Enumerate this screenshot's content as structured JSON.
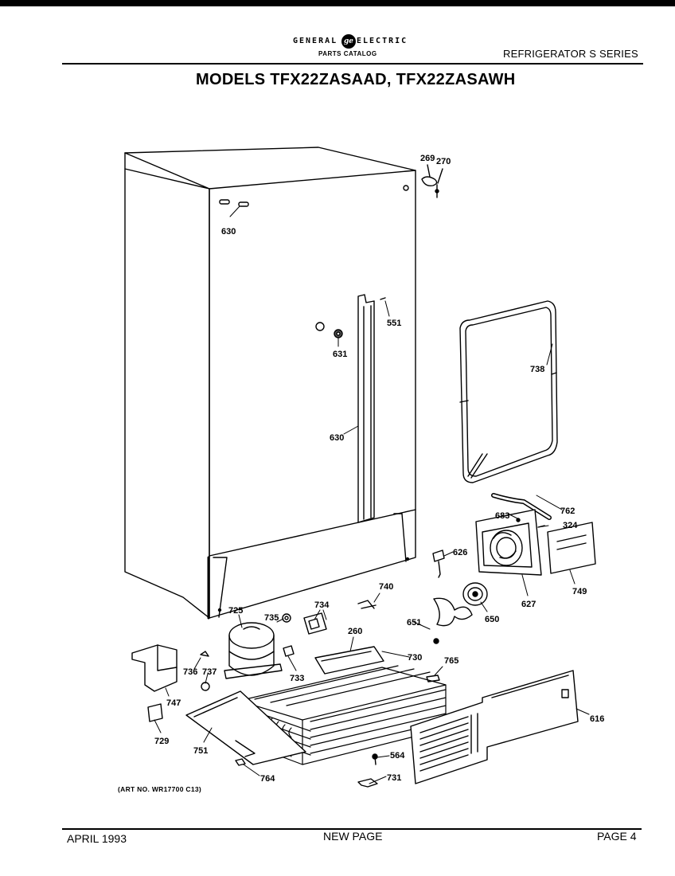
{
  "header": {
    "brand_left": "GENERAL",
    "brand_right": "ELECTRIC",
    "catalog": "PARTS CATALOG",
    "series": "REFRIGERATOR S SERIES",
    "title": "MODELS TFX22ZASAAD, TFX22ZASAWH"
  },
  "art_number": "(ART NO. WR17700 C13)",
  "footer": {
    "date": "APRIL 1993",
    "center": "NEW PAGE",
    "page": "PAGE 4"
  },
  "callouts": [
    {
      "id": "c269",
      "label": "269"
    },
    {
      "id": "c270",
      "label": "270"
    },
    {
      "id": "c630a",
      "label": "630"
    },
    {
      "id": "c551",
      "label": "551"
    },
    {
      "id": "c631",
      "label": "631"
    },
    {
      "id": "c630b",
      "label": "630"
    },
    {
      "id": "c738",
      "label": "738"
    },
    {
      "id": "c762",
      "label": "762"
    },
    {
      "id": "c683",
      "label": "683"
    },
    {
      "id": "c324",
      "label": "324"
    },
    {
      "id": "c626",
      "label": "626"
    },
    {
      "id": "c749",
      "label": "749"
    },
    {
      "id": "c627",
      "label": "627"
    },
    {
      "id": "c650",
      "label": "650"
    },
    {
      "id": "c651",
      "label": "651"
    },
    {
      "id": "c740",
      "label": "740"
    },
    {
      "id": "c725",
      "label": "725"
    },
    {
      "id": "c735",
      "label": "735"
    },
    {
      "id": "c734",
      "label": "734"
    },
    {
      "id": "c260",
      "label": "260"
    },
    {
      "id": "c730",
      "label": "730"
    },
    {
      "id": "c765",
      "label": "765"
    },
    {
      "id": "c733",
      "label": "733"
    },
    {
      "id": "c736",
      "label": "736"
    },
    {
      "id": "c737",
      "label": "737"
    },
    {
      "id": "c747",
      "label": "747"
    },
    {
      "id": "c729",
      "label": "729"
    },
    {
      "id": "c751",
      "label": "751"
    },
    {
      "id": "c564",
      "label": "564"
    },
    {
      "id": "c731",
      "label": "731"
    },
    {
      "id": "c764",
      "label": "764"
    },
    {
      "id": "c616",
      "label": "616"
    }
  ]
}
